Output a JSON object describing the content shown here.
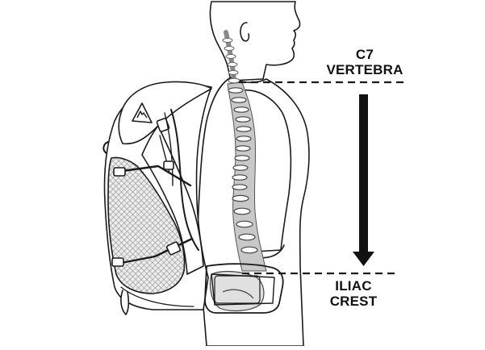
{
  "labels": {
    "top_line1": "C7",
    "top_line2": "VERTEBRA",
    "bottom_line1": "ILIAC",
    "bottom_line2": "CREST"
  },
  "colors": {
    "line": "#1a1a1a",
    "spine_shade": "#c8c8c8",
    "pack_mesh": "#e6e6e6",
    "background": "#ffffff"
  },
  "icons": {
    "pack_logo": "mountain-logo-icon",
    "measure_arrow": "arrow-down-icon"
  }
}
